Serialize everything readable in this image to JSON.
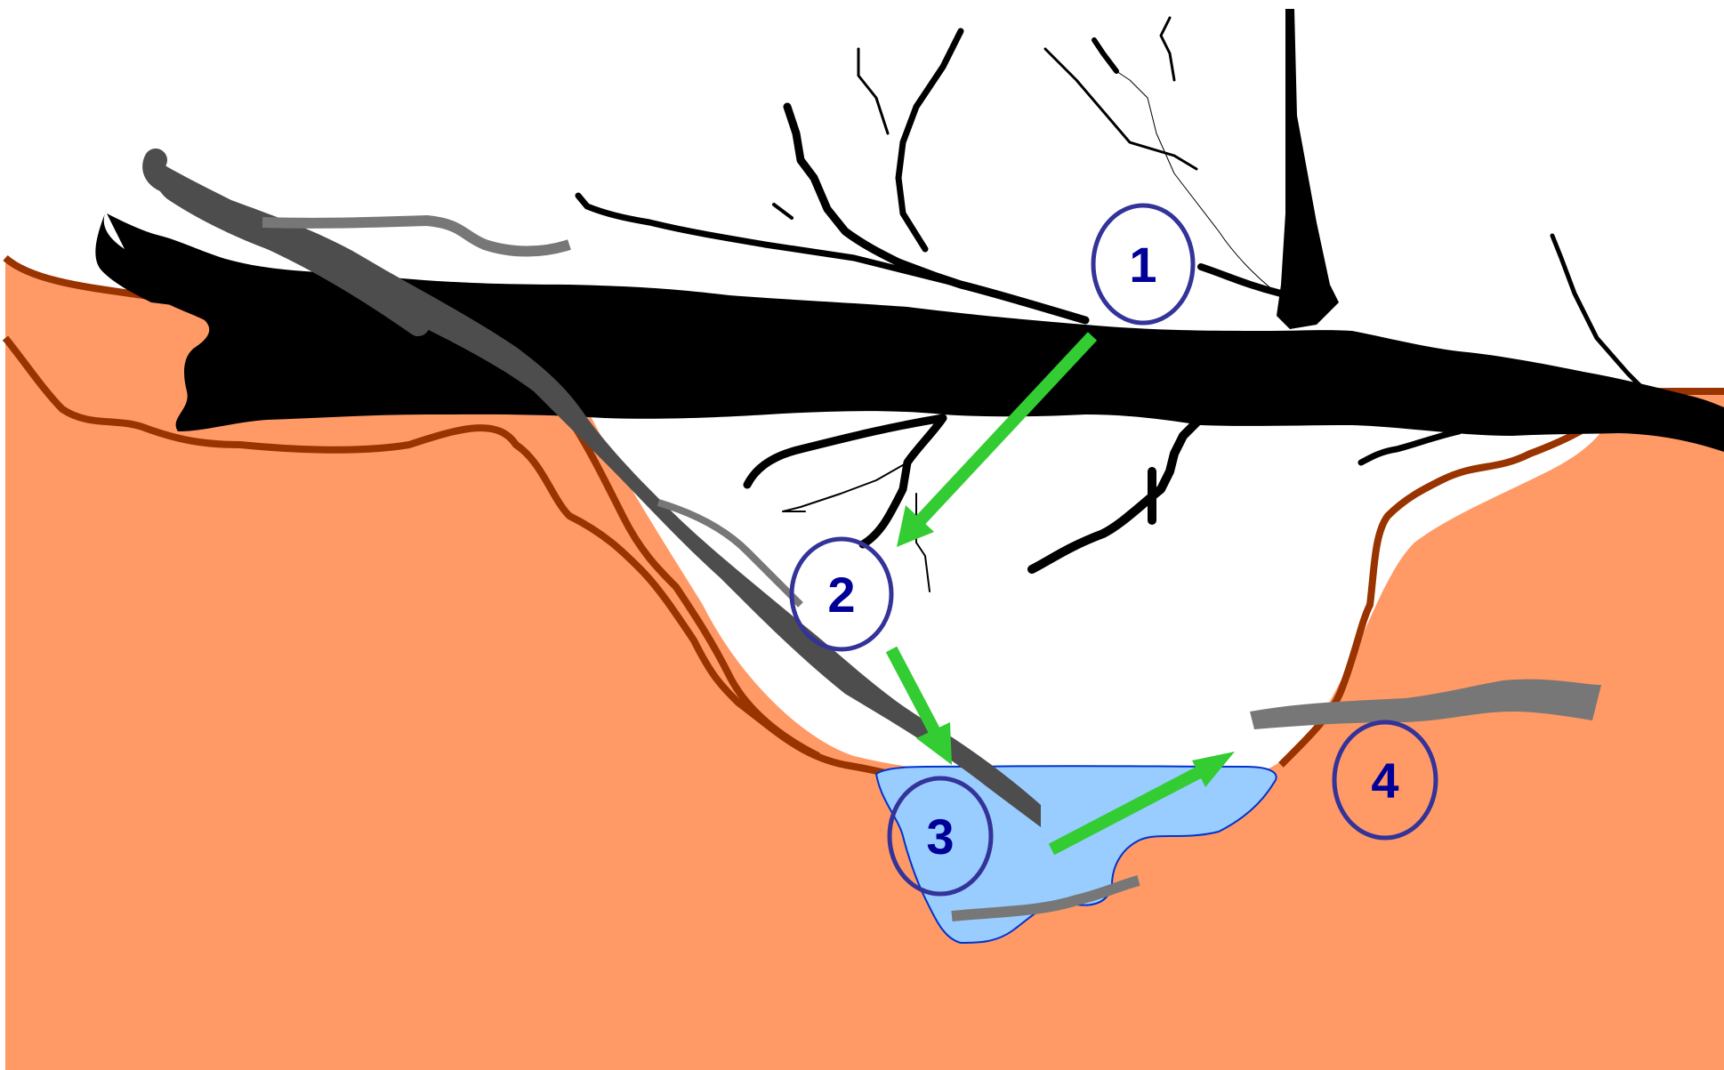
{
  "colors": {
    "ground": "#FF9966",
    "ground_edge": "#993300",
    "water": "#99CCFF",
    "water_edge": "#0033CC",
    "tree": "#000000",
    "log_dark": "#4D4D4D",
    "log_light": "#777777",
    "arrow": "#33CC33",
    "marker_ring": "#333399",
    "marker_text": "#000099",
    "background": "#FFFFFF"
  },
  "markers": [
    {
      "id": "1",
      "label": "1"
    },
    {
      "id": "2",
      "label": "2"
    },
    {
      "id": "3",
      "label": "3"
    },
    {
      "id": "4",
      "label": "4"
    }
  ],
  "arrows": [
    {
      "from": "1",
      "to": "2"
    },
    {
      "from": "2",
      "to": "3"
    },
    {
      "from": "3",
      "to": "4"
    }
  ]
}
